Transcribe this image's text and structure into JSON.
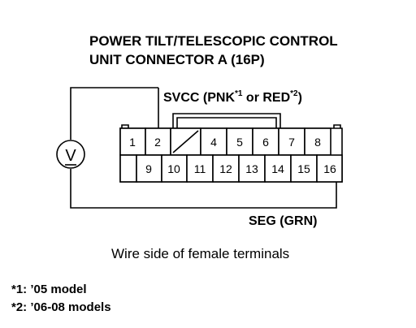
{
  "title_line1": "POWER TILT/TELESCOPIC CONTROL",
  "title_line2": "UNIT CONNECTOR A (16P)",
  "svcc_label": "SVCC (PNK",
  "svcc_note1": "*1",
  "svcc_or": " or RED",
  "svcc_note2": "*2",
  "svcc_close": ")",
  "seg_label": "SEG (GRN)",
  "caption": "Wire side of female terminals",
  "footnotes": [
    "*1: ’05 model",
    "*2: ’06-08 models"
  ],
  "voltmeter_symbol": "V",
  "connector": {
    "top_row": [
      "1",
      "2",
      "",
      "4",
      "5",
      "6",
      "7",
      "8"
    ],
    "bottom_row": [
      "",
      "9",
      "10",
      "11",
      "12",
      "13",
      "14",
      "15",
      "16"
    ],
    "empty_top_index": 2
  },
  "colors": {
    "ink": "#000000",
    "background": "#ffffff"
  }
}
